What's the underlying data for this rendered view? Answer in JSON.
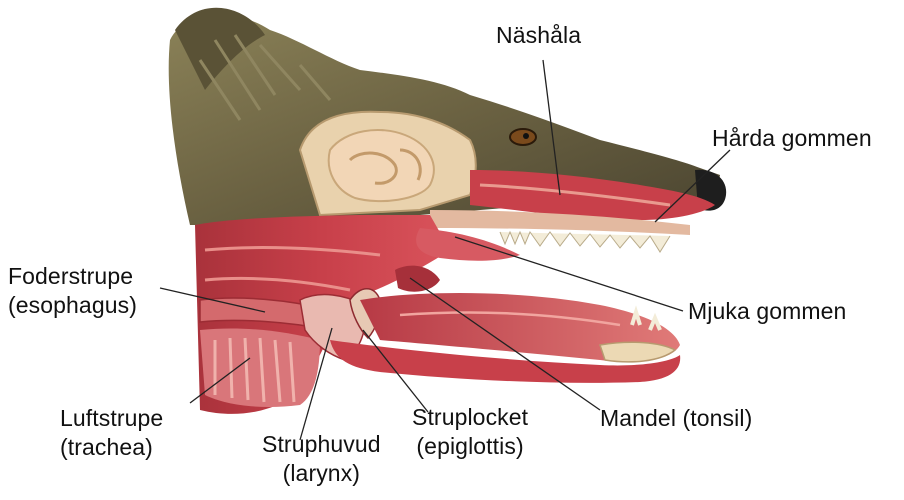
{
  "labels": {
    "nashala": {
      "text": "Näshåla"
    },
    "harda_gommen": {
      "text": "Hårda gommen"
    },
    "foderstrupe": {
      "line1": "Foderstrupe",
      "line2": "(esophagus)"
    },
    "mjuka_gommen": {
      "text": "Mjuka gommen"
    },
    "luftstrupe": {
      "line1": "Luftstrupe",
      "line2": "(trachea)"
    },
    "struphuvud": {
      "line1": "Struphuvud",
      "line2": "(larynx)"
    },
    "struplocket": {
      "line1": "Struplocket",
      "line2": "(epiglottis)"
    },
    "mandel": {
      "text": "Mandel (tonsil)"
    }
  },
  "colors": {
    "fur": "#6b6242",
    "fur_dark": "#3f3a26",
    "fur_light": "#a39a72",
    "muscle": "#c8404a",
    "muscle_dark": "#9c2c34",
    "mucosa": "#e07a78",
    "bone": "#ecd9b4",
    "brain": "#f2d6b6",
    "nose": "#1e1e1e",
    "leader": "#222222"
  },
  "icons": {
    "illustration": "dog-head-sagittal-section"
  }
}
